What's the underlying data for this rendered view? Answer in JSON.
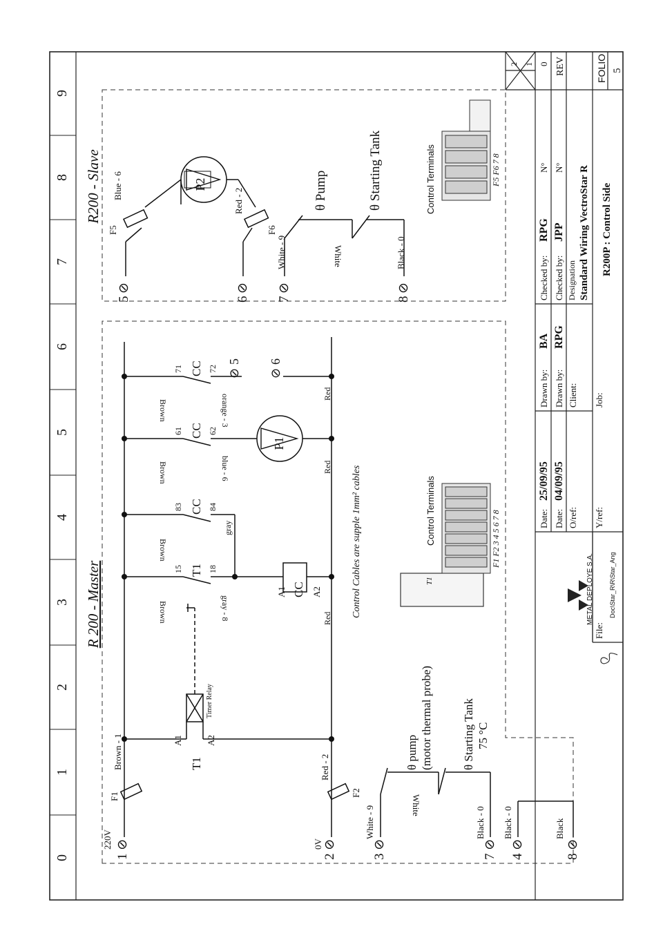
{
  "columns": [
    "0",
    "1",
    "2",
    "3",
    "4",
    "5",
    "6",
    "7",
    "8",
    "9"
  ],
  "master": {
    "title": "R 200 - Master",
    "terminals": [
      {
        "num": "1",
        "label": "220V"
      },
      {
        "num": "2",
        "label": "0V"
      },
      {
        "num": "3",
        "label": "White - 9"
      },
      {
        "num": "7",
        "label": "Black - 0"
      },
      {
        "num": "4",
        "label": "Black - 0"
      },
      {
        "num": "8",
        "label": "Black"
      }
    ],
    "fuse_f1": "F1",
    "fuse_f2": "F2",
    "wire_brown1": "Brown - 1",
    "wire_red2": "Red - 2",
    "wire_white": "White",
    "probe_pump_1": "θ  pump",
    "probe_pump_2": "(motor thermal probe)",
    "probe_tank_1": "θ  Starting Tank",
    "probe_tank_2": "75 °C",
    "relay_t1": "T1",
    "relay_a1": "A1",
    "relay_a2": "A2",
    "timer_relay": "Timer Relay",
    "brown": "Brown",
    "red": "Red",
    "contact_t1": {
      "name": "T1",
      "n1": "15",
      "n2": "18",
      "wire": "gray - 8"
    },
    "contact_cc1": {
      "name": "CC",
      "n1": "83",
      "n2": "84",
      "wire": "gray"
    },
    "contact_cc2": {
      "name": "CC",
      "n1": "61",
      "n2": "62",
      "wire": "blue - 6"
    },
    "contact_cc3": {
      "name": "CC",
      "n1": "71",
      "n2": "72",
      "wire": "orange - 3",
      "term": "5"
    },
    "coil_cc": {
      "name": "CC",
      "a1": "A1",
      "a2": "A2"
    },
    "pump_p1": "P1",
    "terminal_6": "6",
    "cables_note": "Control Cables are supple 1mm² cables",
    "control_terminals": "Control Terminals",
    "t1_label": "T1",
    "terminal_strip": "F1  F2  3  4  5  6  7  8"
  },
  "slave": {
    "title": "R200 - Slave",
    "term5": "5",
    "term6": "6",
    "term7": "7",
    "term8": "8",
    "fuse_f5": "F5",
    "fuse_f6": "F6",
    "wire_blue6": "Blue - 6",
    "wire_red2": "Red - 2",
    "wire_white9": "White - 9",
    "wire_white": "White",
    "wire_black0": "Black - 0",
    "pump_p2": "P2",
    "probe_pump": "θ  Pump",
    "probe_tank": "θ  Starting Tank",
    "control_terminals": "Control Terminals",
    "terminal_strip": "F5  F6  7  8"
  },
  "title_block": {
    "rev_rows": [
      {
        "num": "2"
      },
      {
        "num": "1"
      }
    ],
    "rev_zero": "0",
    "rev_label": "REV",
    "folio_label": "FOLIO",
    "folio_num": "5",
    "date1_label": "Date:",
    "date1": "25/09/95",
    "drawn1_label": "Drawn by:",
    "drawn1": "BA",
    "checked1_label": "Checked by:",
    "checked1": "RPG",
    "no1": "N°",
    "date2_label": "Date:",
    "date2": "04/09/95",
    "drawn2_label": "Drawn by:",
    "drawn2": "RPG",
    "checked2_label": "Checked by:",
    "checked2": "JPP",
    "no2": "N°",
    "oref": "O/ref:",
    "client": "Client:",
    "designation_label": "Designation",
    "designation_1": "Standard Wiring VectroStar R",
    "designation_2": "R200P : Control Side",
    "yref": "Y/ref:",
    "job": "Job:",
    "file": "File:",
    "company": "METAL DEPLOYE S.A.",
    "path": "Doc\\Star_R\\R\\Star_Ang"
  },
  "colors": {
    "ink": "#111111",
    "border": "#222222"
  }
}
